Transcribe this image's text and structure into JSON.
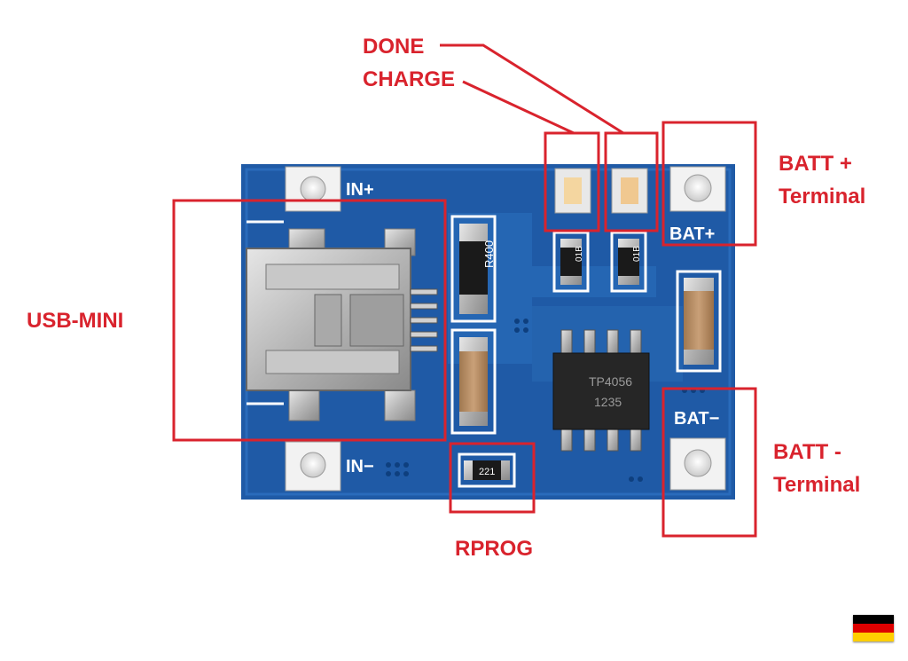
{
  "labels": {
    "done": "DONE",
    "charge": "CHARGE",
    "batt_plus": "BATT +",
    "batt_plus_sub": "Terminal",
    "usb_mini": "USB-MINI",
    "batt_minus": "BATT -",
    "batt_minus_sub": "Terminal",
    "rprog": "RPROG"
  },
  "silkscreen": {
    "in_plus": "IN+",
    "in_minus": "IN−",
    "bat_plus": "BAT+",
    "bat_minus": "BAT−"
  },
  "components": {
    "r400": "R400",
    "r01b_left": "01B",
    "r01b_right": "01B",
    "chip_line1": "TP4056",
    "chip_line2": "1235",
    "rprog_code": "221"
  },
  "colors": {
    "annotation": "#d9232d",
    "pcb": "#1f5aa6",
    "silkscreen": "#ffffff"
  },
  "flag": {
    "icon": "germany-flag-icon",
    "stripes": [
      "#000000",
      "#dd0000",
      "#ffce00"
    ]
  }
}
